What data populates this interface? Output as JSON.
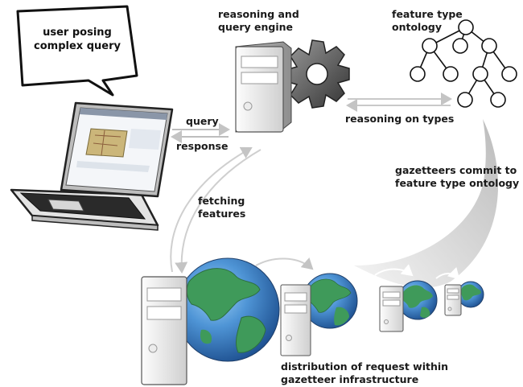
{
  "labels": {
    "speech_line1": "user posing",
    "speech_line2": "complex query",
    "engine_line1": "reasoning and",
    "engine_line2": "query engine",
    "ontology_line1": "feature type",
    "ontology_line2": "ontology",
    "query": "query",
    "response": "response",
    "reasoning_on_types": "reasoning on types",
    "commit_line1": "gazetteers commit to",
    "commit_line2": "feature type ontology",
    "fetching_line1": "fetching",
    "fetching_line2": "features",
    "distribution_line1": "distribution of request within",
    "distribution_line2": "gazetteer infrastructure"
  },
  "colors": {
    "ocean": "#3d7fc4",
    "land": "#3f9a5a",
    "server": "#e9e9e9",
    "gear": "#5a5a5a",
    "arrow": "#c9c9c9"
  },
  "icons": [
    "laptop-icon",
    "server-icon",
    "gear-icon",
    "globe-icon",
    "ontology-tree-icon"
  ]
}
